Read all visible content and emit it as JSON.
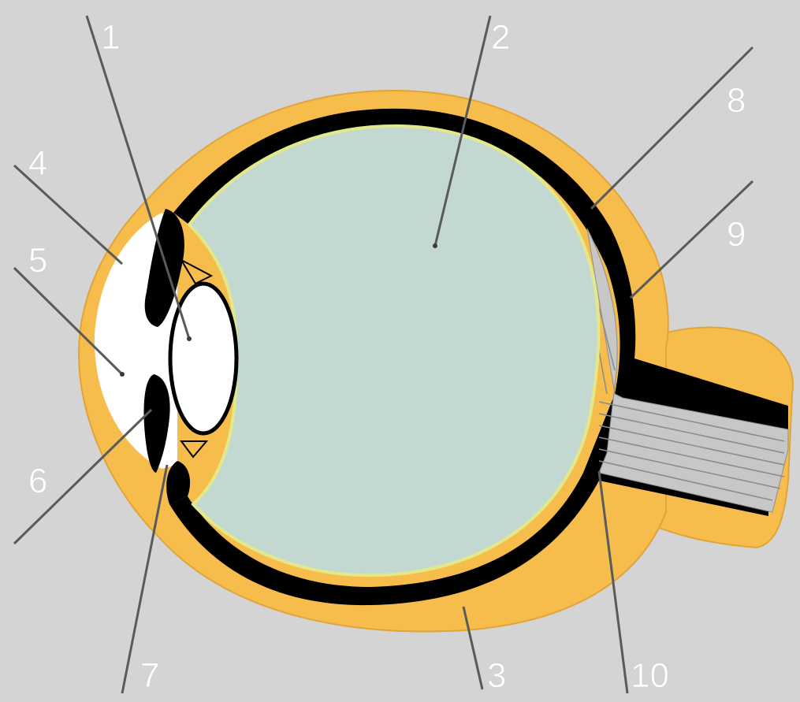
{
  "colors": {
    "background": "#d4d4d4",
    "sclera": "#f6bd4d",
    "choroid": "#000000",
    "vitreous": "#c2d8d0",
    "lens": "#ffffff",
    "retina_outline": "#e3e88a",
    "label": "#ffffff",
    "leader": "#5a5a5a"
  },
  "labels": [
    {
      "id": "1",
      "text": "1"
    },
    {
      "id": "2",
      "text": "2"
    },
    {
      "id": "3",
      "text": "3"
    },
    {
      "id": "4",
      "text": "4"
    },
    {
      "id": "5",
      "text": "5"
    },
    {
      "id": "6",
      "text": "6"
    },
    {
      "id": "7",
      "text": "7"
    },
    {
      "id": "8",
      "text": "8"
    },
    {
      "id": "9",
      "text": "9"
    },
    {
      "id": "10",
      "text": "10"
    }
  ]
}
